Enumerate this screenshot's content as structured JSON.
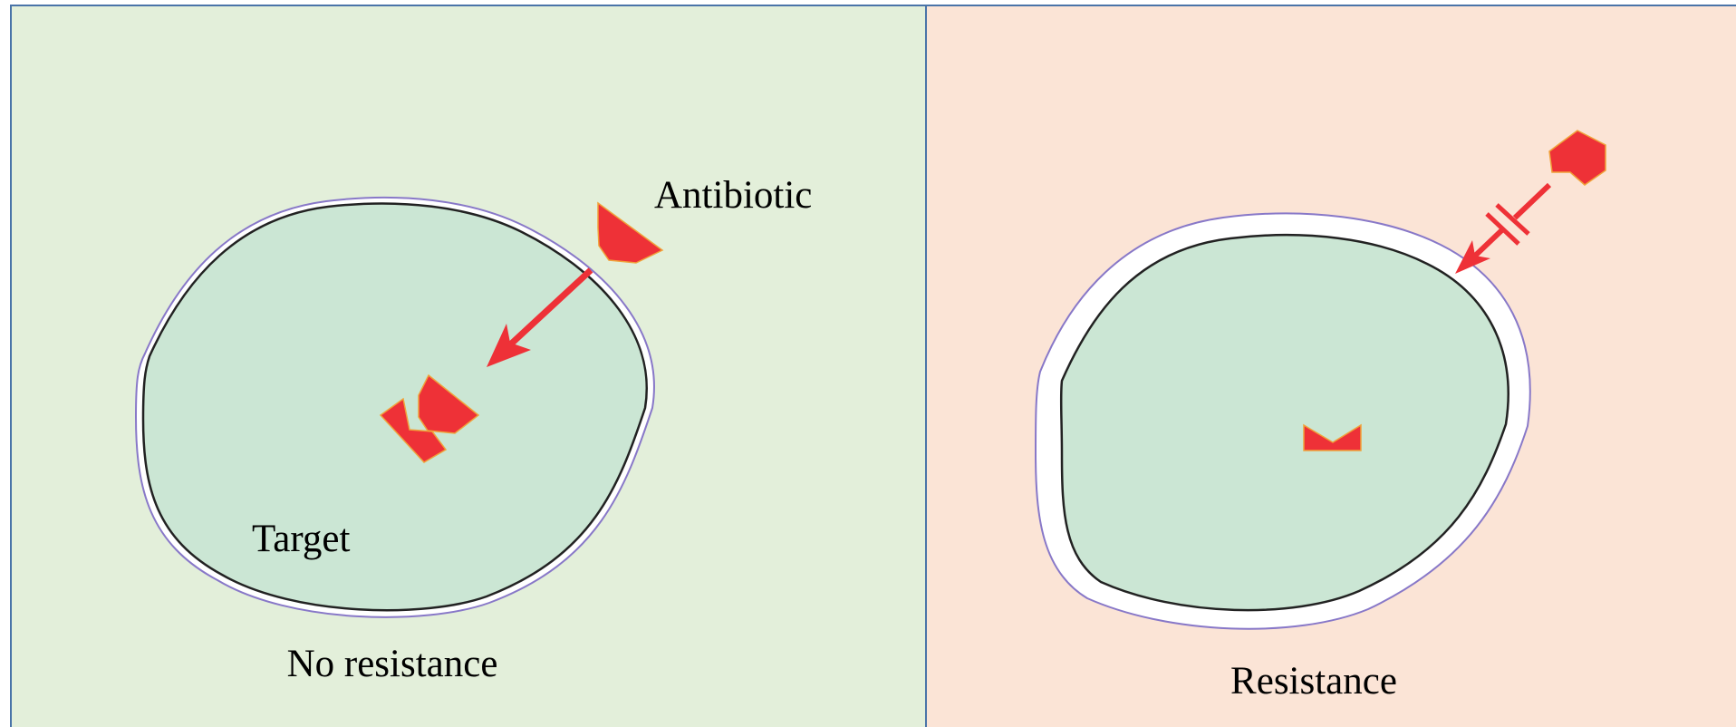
{
  "colors": {
    "left_panel_bg": "#e3efda",
    "right_panel_bg": "#fbe4d6",
    "panel_border": "#4a74a8",
    "cell_fill": "#cbe6d4",
    "cell_outline": "#222222",
    "membrane_outline": "#8878c8",
    "antibiotic_red": "#ee3137",
    "antibiotic_edge": "#f0a23a"
  },
  "left_panel": {
    "antibiotic_label": "Antibiotic",
    "target_label": "Target",
    "caption": "No resistance"
  },
  "right_panel": {
    "caption": "Resistance"
  }
}
